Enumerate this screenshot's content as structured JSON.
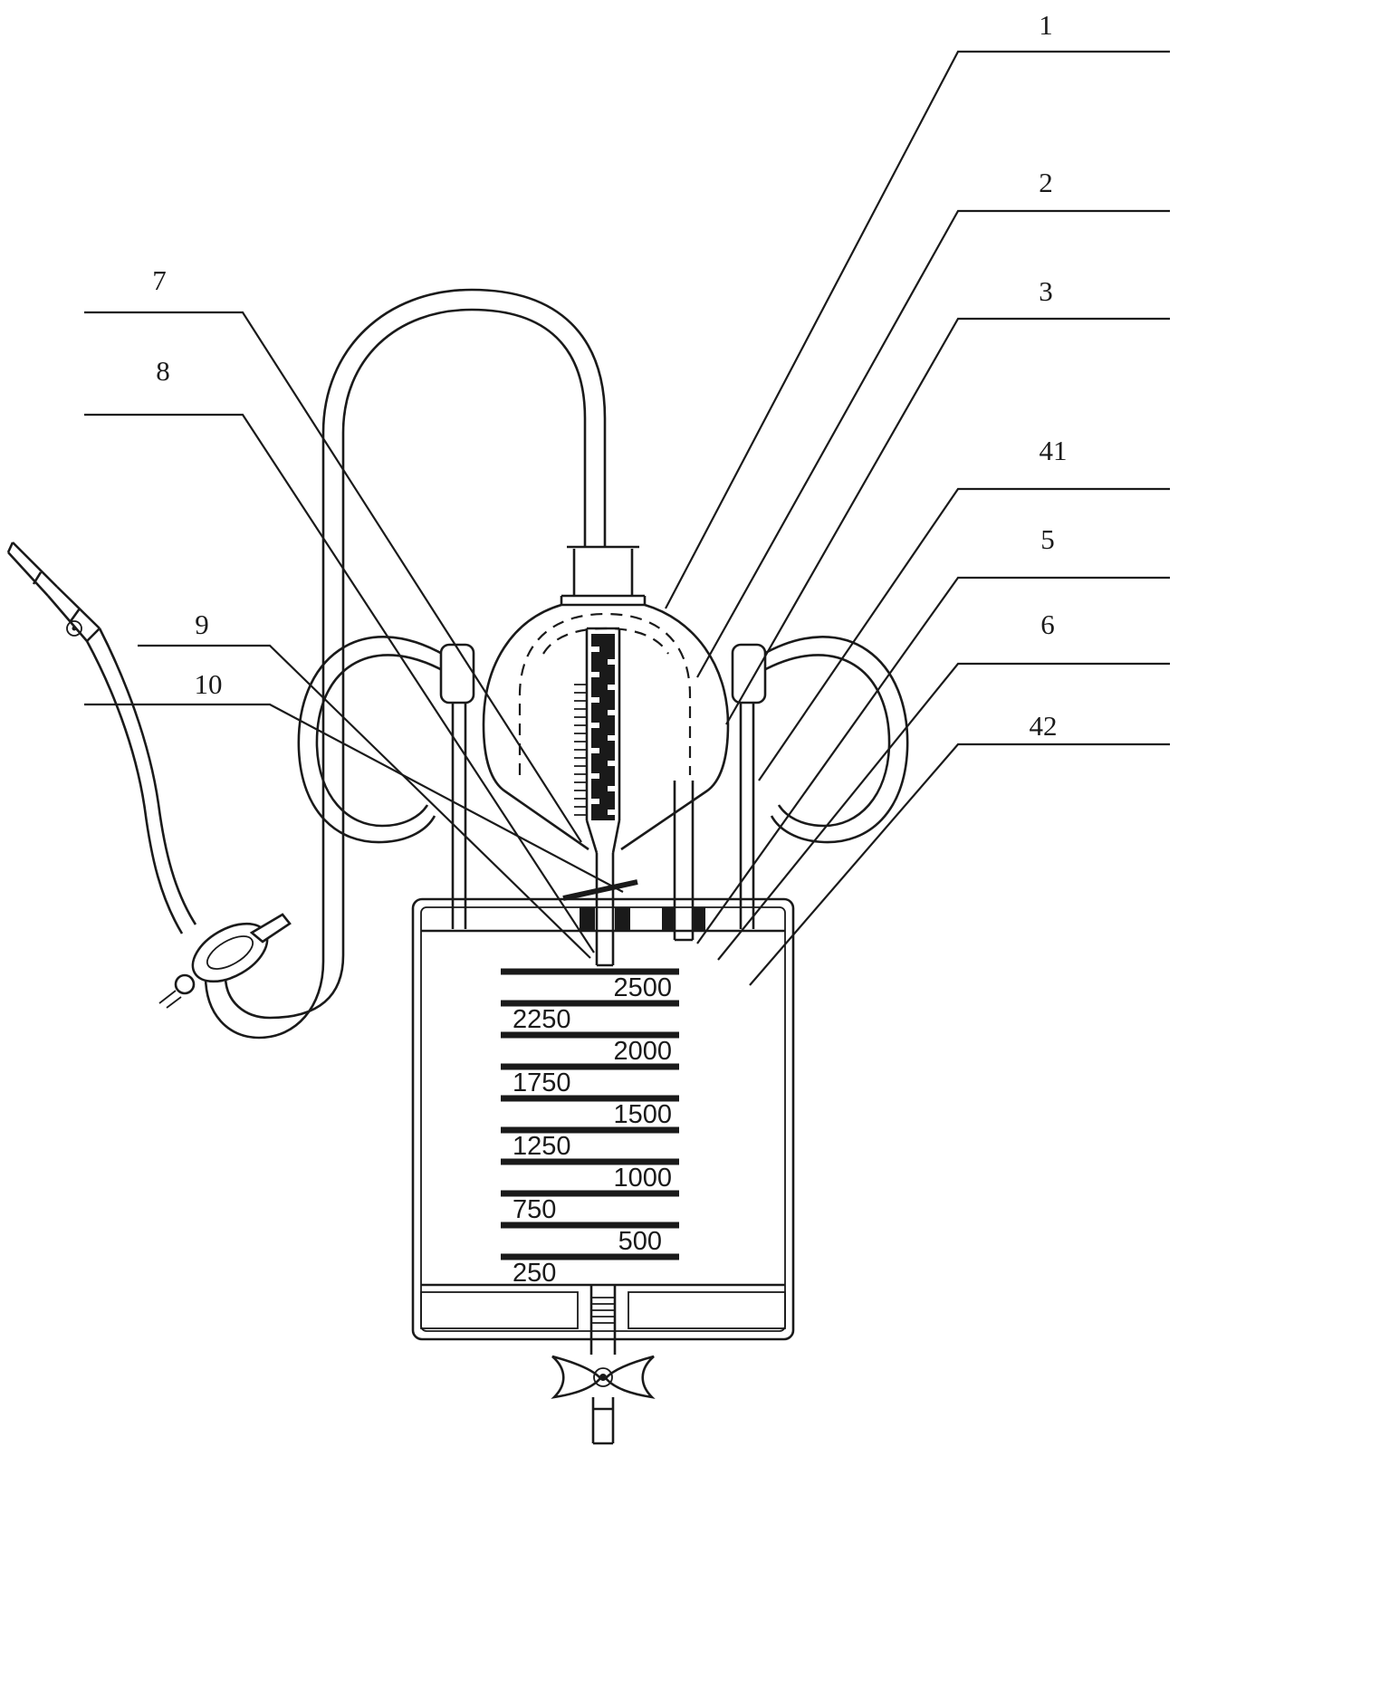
{
  "colors": {
    "ink": "#1a1a1a",
    "paper": "#ffffff"
  },
  "reference_numerals": {
    "right": [
      "1",
      "2",
      "3",
      "41",
      "5",
      "6",
      "42"
    ],
    "left": [
      "7",
      "8",
      "9",
      "10"
    ]
  },
  "volume_scale": {
    "labels": [
      "2500",
      "2250",
      "2000",
      "1750",
      "1500",
      "1250",
      "1000",
      "750",
      "500",
      "250"
    ]
  }
}
